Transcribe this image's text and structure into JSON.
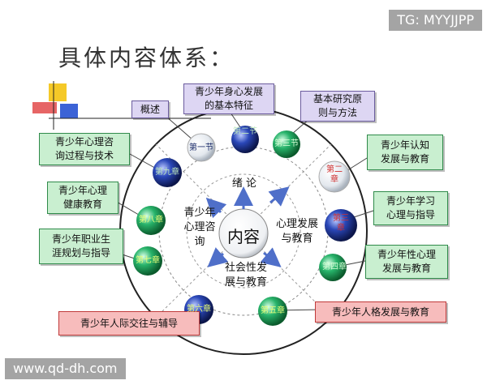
{
  "watermarks": {
    "top_right": "TG: MYYJJPP",
    "bottom_left": "www.qd-dh.com"
  },
  "title": "具体内容体系：",
  "center": "内容",
  "inner_sections": {
    "top": "绪  论",
    "left": "青少年\n心理咨\n询",
    "right": "心理发展\n与教育",
    "bottom": "社会性发\n展与教育"
  },
  "callouts": {
    "overview": "概述",
    "physical_features": "青少年身心发展\n的基本特征",
    "research_methods": "基本研究原\n则与方法",
    "cognitive": "青少年认知\n发展与教育",
    "learning": "青少年学习\n心理与指导",
    "sexual": "青少年性心理\n发展与教育",
    "personality": "青少年人格发展与教育",
    "interpersonal": "青少年人际交往与辅导",
    "career": "青少年职业生\n涯规划与指导",
    "mental_health": "青少年心理\n健康教育",
    "counseling": "青少年心理咨\n询过程与技术"
  },
  "chapters": {
    "ch1": "第一节",
    "ch2": "第二节",
    "ch3": "第三节",
    "ch2b": "第二章",
    "ch3b": "第三章",
    "ch4": "第四章",
    "ch5": "第五章",
    "ch6": "第六章",
    "ch7": "第七章",
    "ch8": "第八章",
    "ch9": "第九章"
  },
  "colors": {
    "ring": "#222222",
    "callout_green": "#c9efd0",
    "callout_purple": "#ddd6f3",
    "callout_red": "#f7bcbc",
    "orb_blue": "#1f3a8a",
    "orb_green": "#2aa86a"
  }
}
